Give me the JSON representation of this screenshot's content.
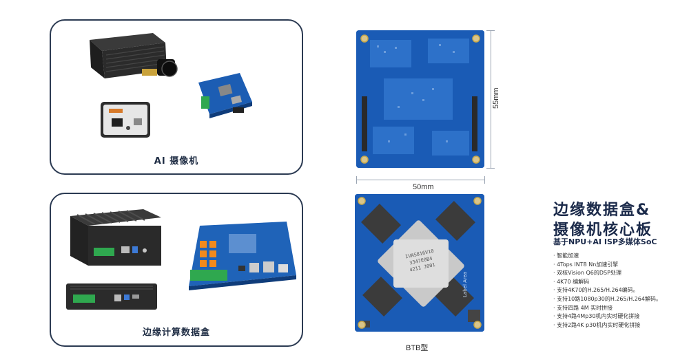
{
  "panels": {
    "camera_caption": "AI 摄像机",
    "box_caption": "边缘计算数据盒"
  },
  "board": {
    "width_label": "50mm",
    "height_label": "55mm",
    "caption": "BTB型",
    "chip_lines": [
      "IVAS816V10",
      "3347E0B4",
      "4211 J001"
    ],
    "side_label": "Label Area"
  },
  "product": {
    "title_line1": "边缘数据盒&",
    "title_line2": "摄像机核心板",
    "subtitle": "基于NPU+AI ISP多媒体SoC",
    "features": [
      "智能加速",
      "4Tops INT8 Nn加速引擎",
      "双核Vision Q6的DSP处理",
      "4K70 编解码",
      "支持4K70的H.265/H.264编码。",
      "支持10路1080p30的H.265/H.264解码。",
      "支持四路 4M 实时拼接",
      "支持4路4Mp30机内实时硬化拼接",
      "支持2路4K p30机内实时硬化拼接"
    ]
  },
  "colors": {
    "pcb_blue": "#1a5bb5",
    "heatsink_black": "#2a2a2a",
    "terminal_green": "#2fa84f",
    "title_navy": "#1b2a4a"
  }
}
